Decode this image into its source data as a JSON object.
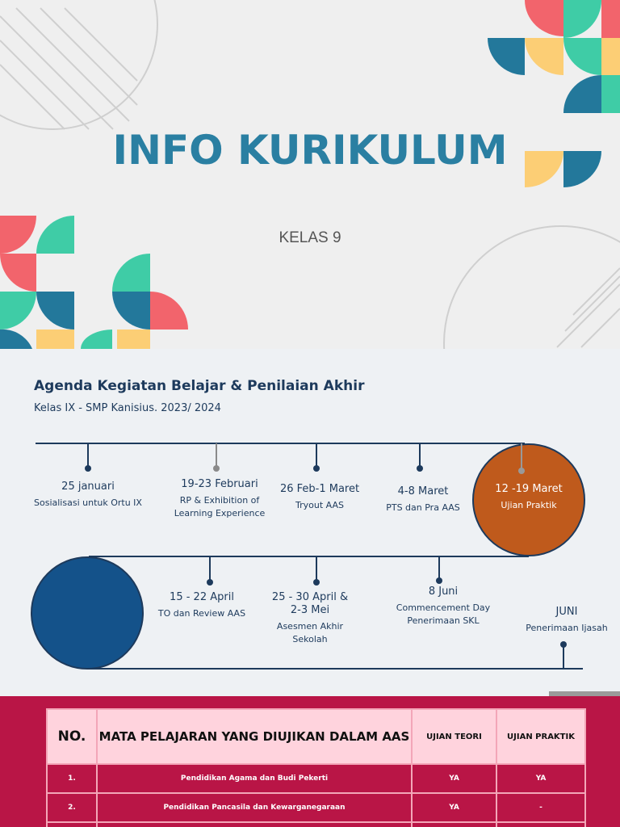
{
  "hero": {
    "title": "INFO KURIKULUM",
    "subtitle": "KELAS 9",
    "colors": {
      "coral": "#f2646c",
      "teal": "#3fcca6",
      "blue": "#23789b",
      "yellow": "#fcce75",
      "title": "#2a7fa2"
    }
  },
  "timeline": {
    "title": "Agenda Kegiatan Belajar & Penilaian Akhir",
    "subtitle": "Kelas IX - SMP Kanisius. 2023/ 2024",
    "colors": {
      "line": "#1d3a5c",
      "orange_circle": "#bf5a1c",
      "blue_circle": "#14528a"
    },
    "events_top": [
      {
        "date": "25 januari",
        "desc": "Sosialisasi untuk Ortu IX"
      },
      {
        "date": "19-23 Februari",
        "desc": "RP & Exhibition of Learning Experience"
      },
      {
        "date": "26 Feb-1 Maret",
        "desc": "Tryout AAS"
      },
      {
        "date": "4-8 Maret",
        "desc": "PTS dan Pra AAS"
      },
      {
        "date": "12 -19 Maret",
        "desc": "Ujian Praktik"
      }
    ],
    "events_bottom": [
      {
        "date": "15 - 22  April",
        "desc": "TO dan Review AAS"
      },
      {
        "date": "25 - 30 April & 2-3 Mei",
        "desc": "Asesmen Akhir Sekolah"
      },
      {
        "date": "8 Juni",
        "desc": "Commencement Day Penerimaan SKL"
      },
      {
        "date": "JUNI",
        "desc": "Penerimaan Ijasah"
      }
    ]
  },
  "table": {
    "headers": {
      "no": "NO.",
      "subject": "MATA PELAJARAN YANG DIUJIKAN DALAM AAS",
      "theory": "UJIAN TEORI",
      "practice": "UJIAN PRAKTIK"
    },
    "rows": [
      {
        "no": "1.",
        "subject": "Pendidikan Agama dan Budi Pekerti",
        "theory": "YA",
        "practice": "YA"
      },
      {
        "no": "2.",
        "subject": "Pendidikan Pancasila dan Kewarganegaraan",
        "theory": "YA",
        "practice": "-"
      }
    ],
    "colors": {
      "background": "#b91546",
      "header": "#ffd3dd",
      "border": "#f3a6b8"
    }
  }
}
